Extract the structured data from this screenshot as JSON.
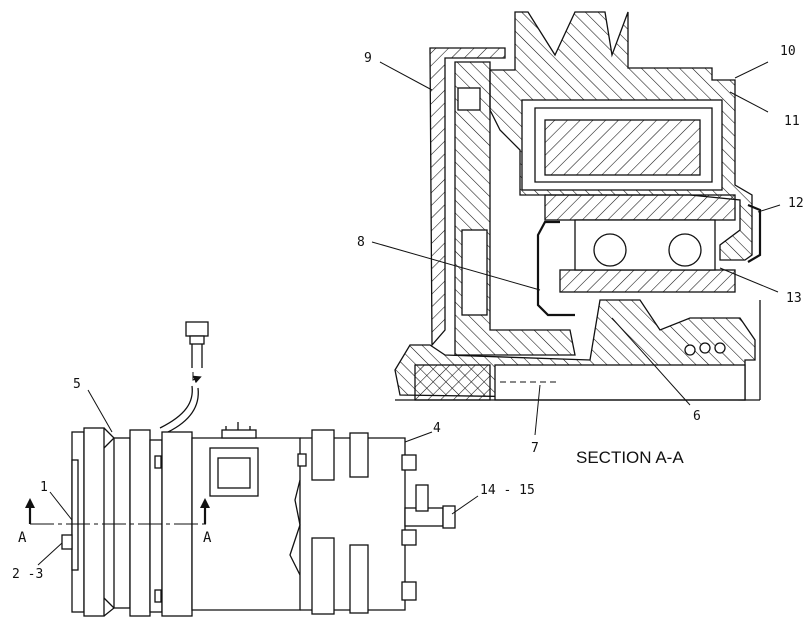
{
  "callouts": {
    "c1": "1",
    "c2_3": "2 -3",
    "c4": "4",
    "c5": "5",
    "c6": "6",
    "c7": "7",
    "c8": "8",
    "c9": "9",
    "c10": "10",
    "c11": "11",
    "c12": "12",
    "c13": "13",
    "c14_15": "14 - 15"
  },
  "section_marks": {
    "left": "A",
    "right": "A"
  },
  "section_caption": "SECTION A-A"
}
